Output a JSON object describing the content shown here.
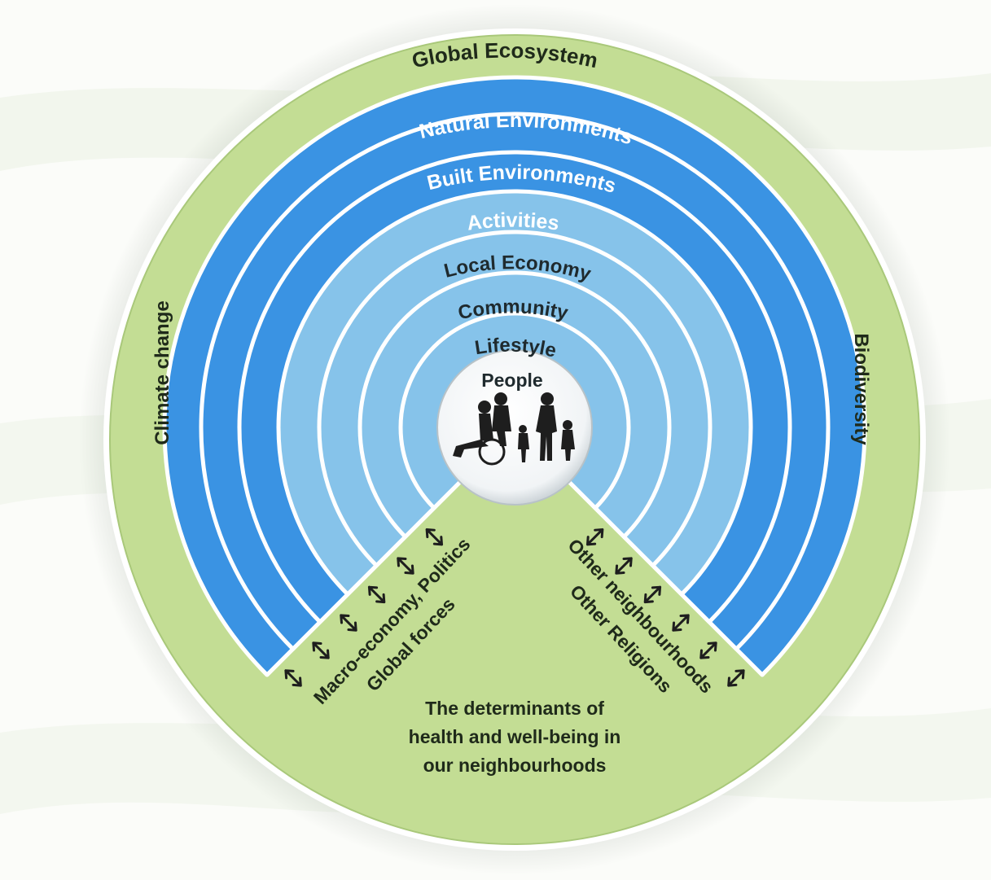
{
  "diagram": {
    "outer_ring": {
      "label": "Global Ecosystem",
      "left_label": "Climate change",
      "right_label": "Biodiversity",
      "fill": "#c3dd94"
    },
    "dark_bands": {
      "fill": "#3a93e3",
      "labels": [
        "Natural Environments",
        "Built Environments",
        "Activities"
      ]
    },
    "light_bands": {
      "fill": "#86c3ea",
      "labels": [
        "Local Economy",
        "Community",
        "Lifestyle"
      ]
    },
    "center": {
      "label": "People",
      "icon": "family-silhouette-icon"
    },
    "wedge": {
      "left_labels": [
        "Macro-economy, Politics",
        "Global forces"
      ],
      "right_labels": [
        "Other neighbourhoods",
        "Other Religions"
      ],
      "caption": [
        "The determinants of",
        "health and well-being in",
        "our neighbourhoods"
      ],
      "arrow_icon": "double-arrow-icon"
    }
  }
}
